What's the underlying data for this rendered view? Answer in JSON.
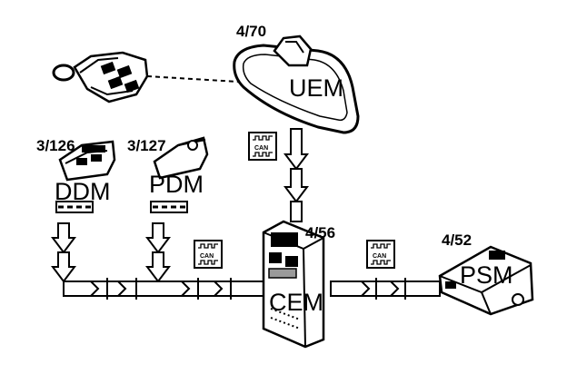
{
  "colors": {
    "ink": "#000000",
    "paper": "#ffffff",
    "shade": "#9a9a9a"
  },
  "components": {
    "uem": {
      "ref": "4/70",
      "name": "UEM"
    },
    "ddm": {
      "ref": "3/126",
      "name": "DDM"
    },
    "pdm": {
      "ref": "3/127",
      "name": "PDM"
    },
    "cem": {
      "ref": "4/56",
      "name": "CEM"
    },
    "psm": {
      "ref": "4/52",
      "name": "PSM"
    }
  },
  "bus": {
    "label": "CAN"
  },
  "icons": [
    "key-fob-icon",
    "mirror-module-icon",
    "door-module-icon",
    "connector-block-icon",
    "can-bus-icon"
  ]
}
